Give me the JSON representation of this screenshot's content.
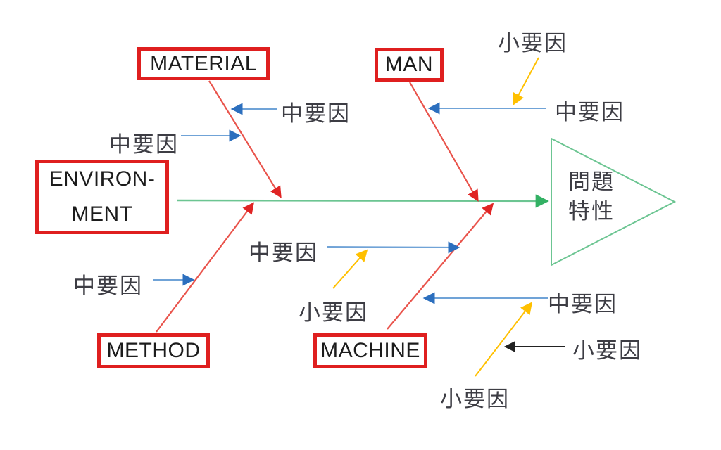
{
  "diagram": {
    "type": "fishbone-cause-effect",
    "boxes": {
      "material": "MATERIAL",
      "man": "MAN",
      "environment_line1": "ENVIRON-",
      "environment_line2": "MENT",
      "method": "METHOD",
      "machine": "MACHINE"
    },
    "factor_labels": {
      "medium": "中要因",
      "minor": "小要因"
    },
    "effect": {
      "line1": "問題",
      "line2": "特性"
    }
  },
  "colors": {
    "red": "#df1f1f",
    "red_head": "#e02424",
    "bone_red": "#e9534b",
    "blue_line": "#70a3d7",
    "blue_head": "#2c6fbe",
    "green_line": "#6cc592",
    "green_head": "#33b164",
    "yellow": "#ffc000",
    "black": "#222222",
    "text_dark": "#1c1c1c",
    "text_gray": "#3d3d44"
  }
}
